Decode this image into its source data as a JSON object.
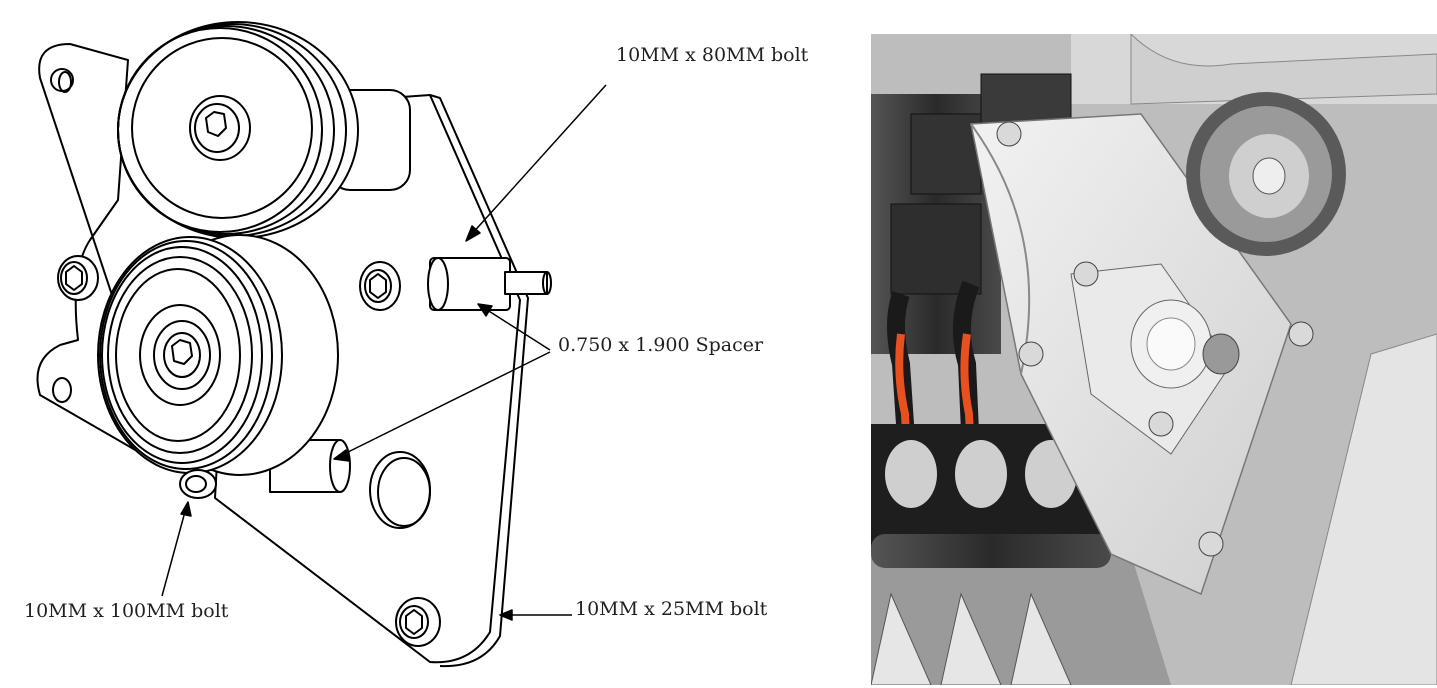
{
  "labels": {
    "bolt_80": "10MM x 80MM bolt",
    "spacer": "0.750 x 1.900 Spacer",
    "bolt_100": "10MM x 100MM bolt",
    "bolt_25": "10MM x 25MM bolt"
  },
  "colors": {
    "line": "#000000",
    "text": "#231f20",
    "wire": "#e8501f",
    "metal_light": "#e9e9e9",
    "metal_dark": "#3a3a3a"
  }
}
